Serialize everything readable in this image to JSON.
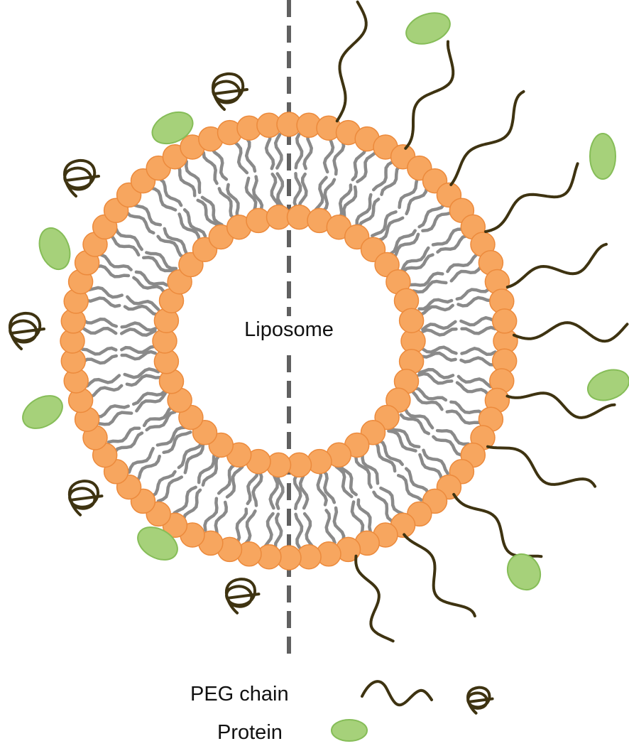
{
  "labels": {
    "center": "Liposome",
    "legend_peg": "PEG chain",
    "legend_protein": "Protein"
  },
  "colors": {
    "head_fill": "#f7a65f",
    "head_stroke": "#ec8a3c",
    "tail": "#8a8a8a",
    "peg": "#3e3311",
    "protein_fill": "#a6d17a",
    "protein_stroke": "#86bd58",
    "divider": "#606060"
  }
}
